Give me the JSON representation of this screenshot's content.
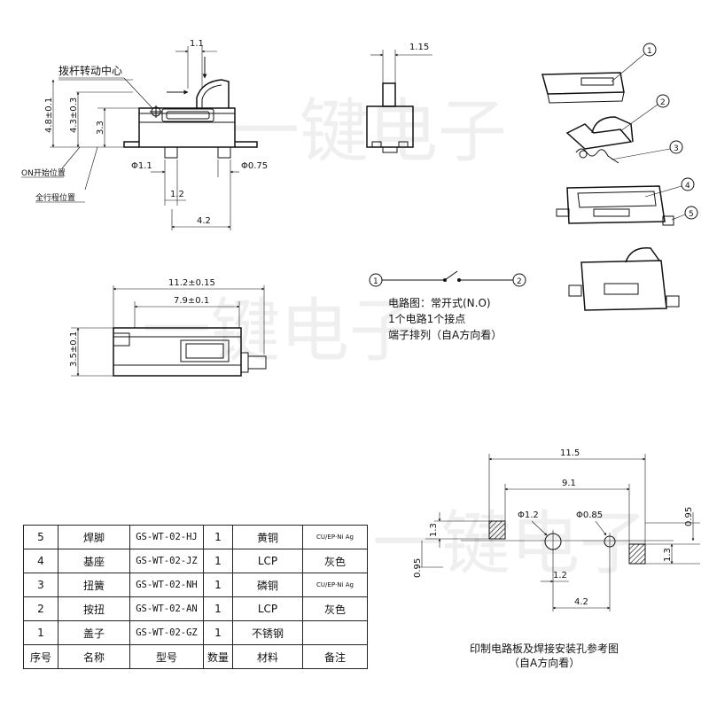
{
  "watermark": "一键电子",
  "front_view": {
    "labels": {
      "lever_center": "拨杆转动中心",
      "on_position": "ON开始位置",
      "full_travel": "全行程位置"
    },
    "dims": {
      "top": "1.1",
      "height_total": "4.8±0.1",
      "height_body": "4.3±0.3",
      "height_base": "3.3",
      "hole_left": "Φ1.1",
      "hole_right": "Φ0.75",
      "pin_gap": "1.2",
      "pin_span": "4.2"
    }
  },
  "side_view": {
    "dim_top": "1.15"
  },
  "top_view": {
    "dims": {
      "overall_len": "11.2±0.15",
      "body_len": "7.9±0.1",
      "height": "3.5±0.1"
    }
  },
  "exploded_view": {
    "callouts": [
      "1",
      "2",
      "3",
      "4",
      "5"
    ]
  },
  "circuit": {
    "terminals": [
      "1",
      "2"
    ],
    "lines": [
      "电路图：常开式(N.O)",
      "1个电路1个接点",
      "端子排列（自A方向看）"
    ]
  },
  "pcb": {
    "dims": {
      "overall": "11.5",
      "inner": "9.1",
      "pad_left_h": "1.3",
      "pad_offset_left": "0.95",
      "hole_big": "Φ1.2",
      "hole_small": "Φ0.85",
      "pad_right_offset": "0.95",
      "pad_right_h": "1.3",
      "hole_gap": "1.2",
      "hole_span": "4.2"
    },
    "caption": [
      "印制电路板及焊接安装孔参考图",
      "（自A方向看）"
    ]
  },
  "bom": {
    "header": [
      "序号",
      "名称",
      "型号",
      "数量",
      "材料",
      "备注"
    ],
    "rows": [
      [
        "5",
        "焊脚",
        "GS-WT-02-HJ",
        "1",
        "黄铜",
        "CU/EP·Ni Ag"
      ],
      [
        "4",
        "基座",
        "GS-WT-02-JZ",
        "1",
        "LCP",
        "灰色"
      ],
      [
        "3",
        "扭簧",
        "GS-WT-02-NH",
        "1",
        "磷铜",
        "CU/EP·Ni Ag"
      ],
      [
        "2",
        "按扭",
        "GS-WT-02-AN",
        "1",
        "LCP",
        "灰色"
      ],
      [
        "1",
        "盖子",
        "GS-WT-02-GZ",
        "1",
        "不锈钢",
        ""
      ]
    ]
  }
}
